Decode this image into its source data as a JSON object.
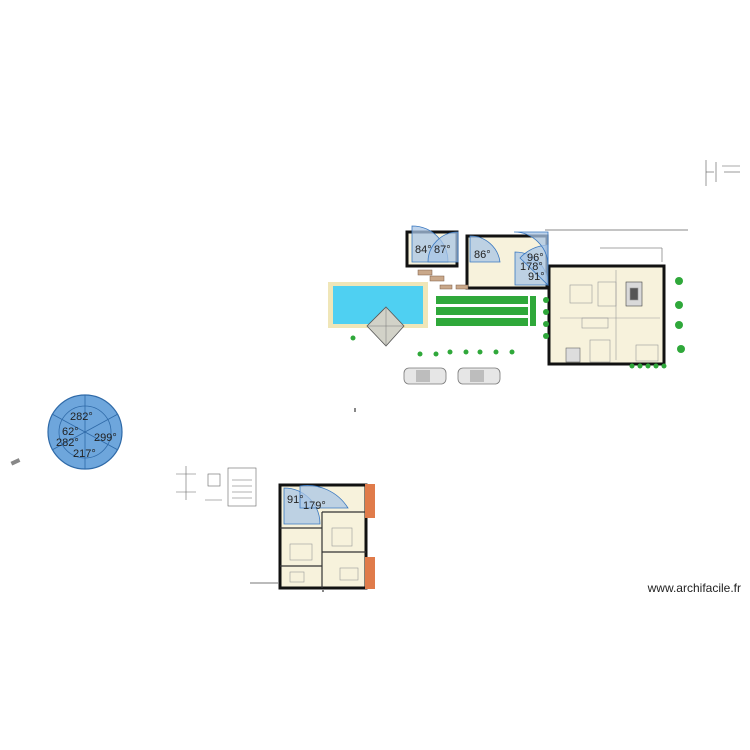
{
  "watermark": "www.archifacile.fr",
  "colors": {
    "wall": "#111111",
    "floor": "#f7f2dc",
    "pool": "#4fd0f2",
    "pool_edge": "#f0e6b8",
    "lawn": "#2fa83a",
    "door_swing": "#a9c6e6",
    "door_swing_edge": "#3a78c0",
    "compass": "#6ea6dc",
    "terrace_accent": "#e07b4a"
  },
  "angle_labels": {
    "top_left_door_a": "84°",
    "top_left_door_b": "87°",
    "top_mid_door": "86°",
    "top_right_door_a": "178°",
    "top_right_door_b": "91°",
    "top_right_door_c": "96°",
    "bottom_door_a": "91°",
    "bottom_door_b": "179°",
    "compass_1": "282°",
    "compass_2": "62°",
    "compass_3": "299°",
    "compass_4": "282°",
    "compass_5": "217°"
  }
}
